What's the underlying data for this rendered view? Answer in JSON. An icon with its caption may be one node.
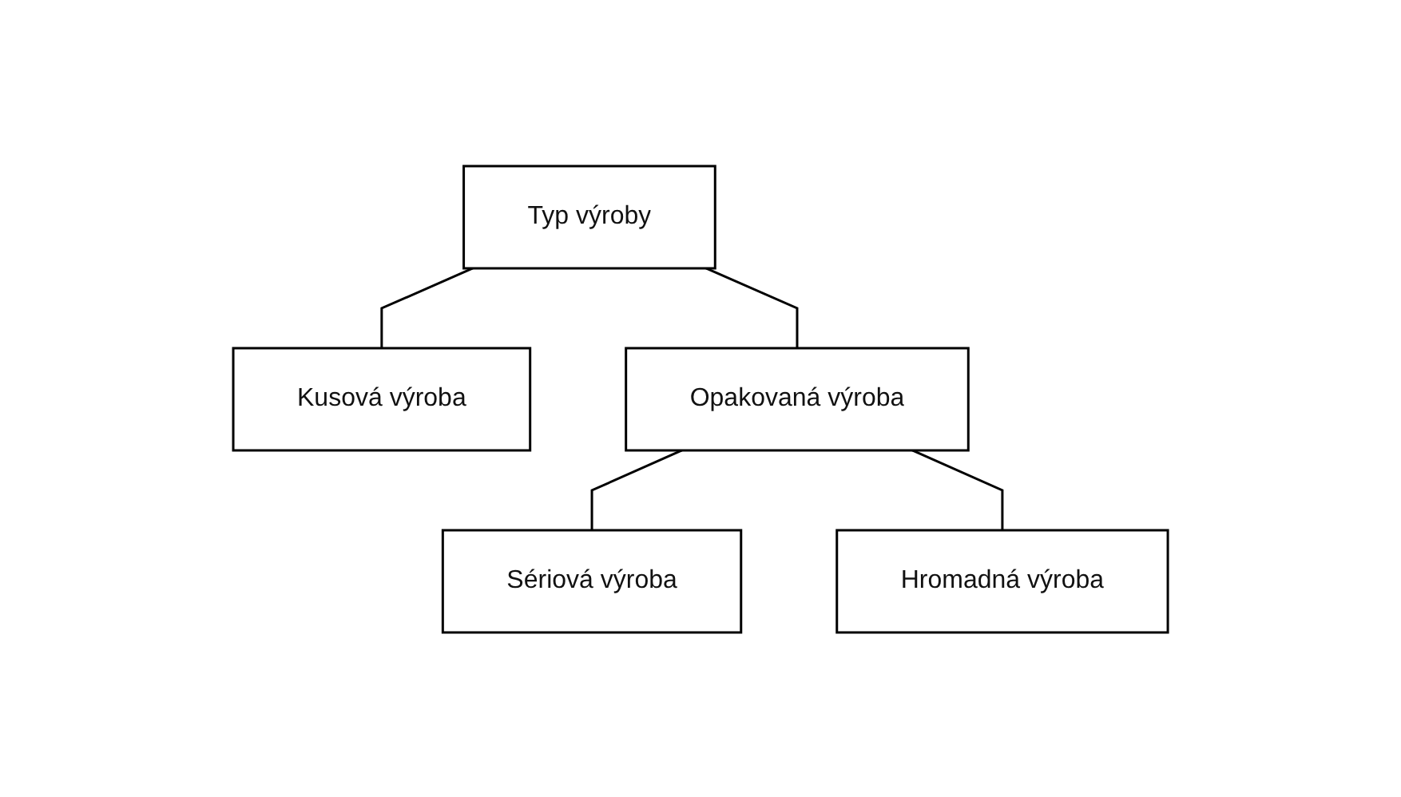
{
  "diagram": {
    "nodes": [
      {
        "text": [
          "Typ výroby"
        ]
      },
      {
        "text": [
          "Kusová výroba"
        ]
      },
      {
        "text": [
          "Opakovaná výroba"
        ]
      },
      {
        "text": [
          "Sériová výroba"
        ]
      },
      {
        "text": [
          "Hromadná výroba"
        ]
      }
    ],
    "edges": [
      {
        "from": 0,
        "to": 1,
        "arrow": "none"
      },
      {
        "from": 0,
        "to": 2,
        "arrow": "none"
      },
      {
        "from": 2,
        "to": 3,
        "arrow": "none"
      },
      {
        "from": 2,
        "to": 4,
        "arrow": "none"
      }
    ]
  }
}
